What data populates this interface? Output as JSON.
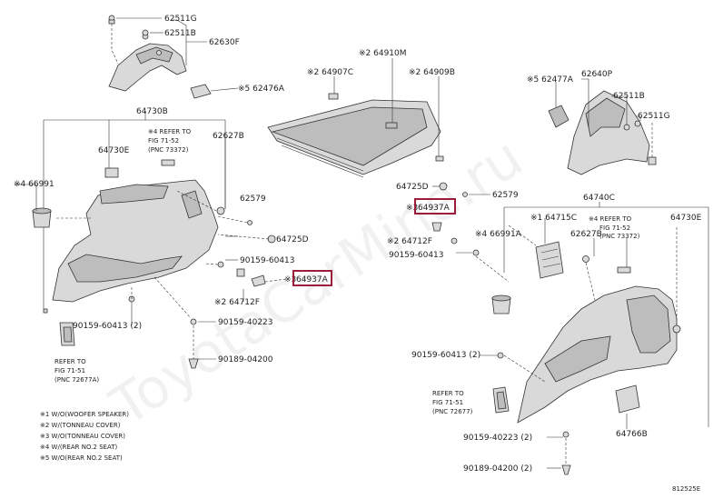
{
  "labels": {
    "p62511G_a": "62511G",
    "p62511B_a": "62511B",
    "p62630F": "62630F",
    "p62476A": "※5 62476A",
    "p64730B": "64730B",
    "p64730E_a": "64730E",
    "p62627B_a": "62627B",
    "p66991": "※4 66991",
    "p62579_a": "62579",
    "p64725D_a": "64725D",
    "p90159_60413_a": "90159-60413",
    "p64937A_a": "64937A",
    "p64937A_a_prefix": "※3",
    "p64712F_a": "※2 64712F",
    "p90159_60413_2a": "90159-60413 (2)",
    "p90159_40223_a": "90159-40223",
    "p90189_04200_a": "90189-04200",
    "p64910M": "※2 64910M",
    "p64907C": "※2 64907C",
    "p64909B": "※2 64909B",
    "p64725D_b": "64725D",
    "p64937A_b": "64937A",
    "p64937A_b_prefix": "※3",
    "p62579_b": "62579",
    "p64712F_b": "※2 64712F",
    "p90159_60413_b": "90159-60413",
    "p62477A": "※5 62477A",
    "p62640P": "62640P",
    "p62511B_b": "62511B",
    "p62511G_b": "62511G",
    "p64740C": "64740C",
    "p64715C": "※1 64715C",
    "p64730E_b": "64730E",
    "p66991A": "※4 66991A",
    "p62627B_b": "62627B",
    "p90159_60413_2b": "90159-60413 (2)",
    "p64766B": "64766B",
    "p90159_40223_2b": "90159-40223 (2)",
    "p90189_04200_2b": "90189-04200 (2)",
    "fig_id": "812525E"
  },
  "refer_notes": {
    "left_top": [
      "※4 REFER TO",
      "FIG 71-52",
      "(PNC 73372)"
    ],
    "left_bottom": [
      "REFER TO",
      "FIG 71-51",
      "(PNC 72677A)"
    ],
    "right_top": [
      "※4 REFER TO",
      "FIG 71-52",
      "(PNC 73372)"
    ],
    "right_bottom": [
      "REFER TO",
      "FIG 71-51",
      "(PNC 72677)"
    ]
  },
  "legend": [
    "※1  W/O(WOOFER SPEAKER)",
    "※2  W/(TONNEAU COVER)",
    "※3  W/O(TONNEAU COVER)",
    "※4  W/(REAR NO.2 SEAT)",
    "※5  W/O(REAR NO.2 SEAT)"
  ],
  "watermark": "ToyotaCarMine.ru"
}
